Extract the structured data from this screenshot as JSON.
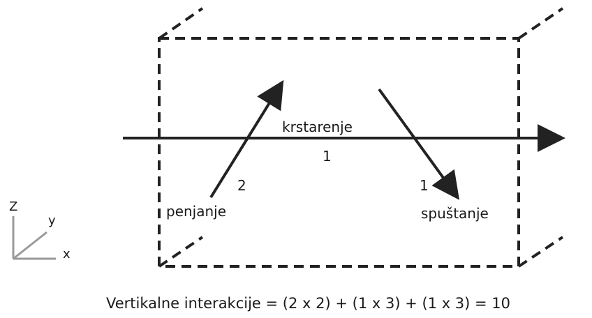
{
  "diagram": {
    "labels": {
      "cruise": "krstarenje",
      "cruise_count": "1",
      "climb": "penjanje",
      "climb_count": "2",
      "descent": "spuštanje",
      "descent_count": "1"
    },
    "axes": {
      "z": "Z",
      "y": "y",
      "x": "x"
    },
    "formula": "Vertikalne interakcije = (2 x 2) + (1 x 3) + (1 x 3) = 10",
    "colors": {
      "line": "#222222",
      "text": "#1a1a1a",
      "axis": "#9a9a9a"
    }
  }
}
